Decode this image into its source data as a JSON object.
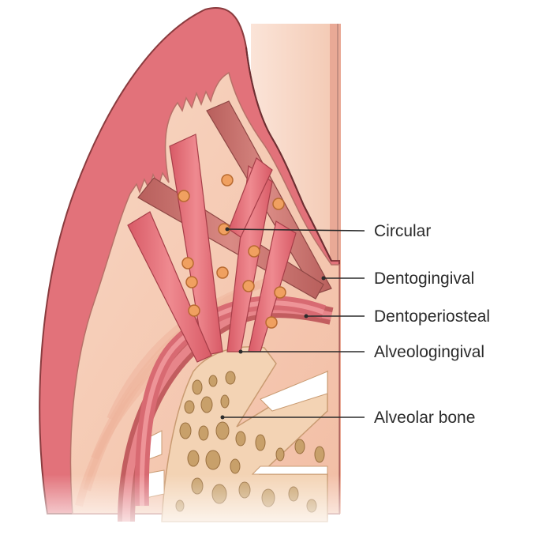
{
  "labels": {
    "circular": "Circular",
    "dentogingival": "Dentogingival",
    "dentoperiosteal": "Dentoperiosteal",
    "alveologingival": "Alveologingival",
    "alveolar_bone": "Alveolar bone"
  },
  "colors": {
    "gingiva_epithelium": "#e2727a",
    "connective_tissue": "#f6cbb3",
    "fiber_bundle": "#e8707a",
    "fiber_bundle_dark": "#c96d6a",
    "fibroblast_nuclei": "#f0a060",
    "alveolar_bone": "#f3d3b4",
    "bone_marrow_spaces": "#c8a06a",
    "tooth_surface": "#f7d8c8",
    "leader_line": "#2b2b2b"
  }
}
